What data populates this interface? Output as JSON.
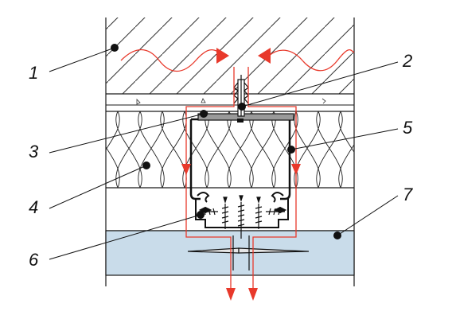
{
  "callouts": [
    {
      "number": "1",
      "target": "wall"
    },
    {
      "number": "2",
      "target": "bracket-anchor"
    },
    {
      "number": "3",
      "target": "thermal-pad"
    },
    {
      "number": "4",
      "target": "insulation"
    },
    {
      "number": "5",
      "target": "bracket"
    },
    {
      "number": "6",
      "target": "guide-profile"
    },
    {
      "number": "7",
      "target": "cladding-panel"
    }
  ],
  "colors": {
    "heat_flow": "#e8392b",
    "cladding_fill": "#c9dcea",
    "line": "#1a1a1a",
    "hatch": "#333333"
  }
}
